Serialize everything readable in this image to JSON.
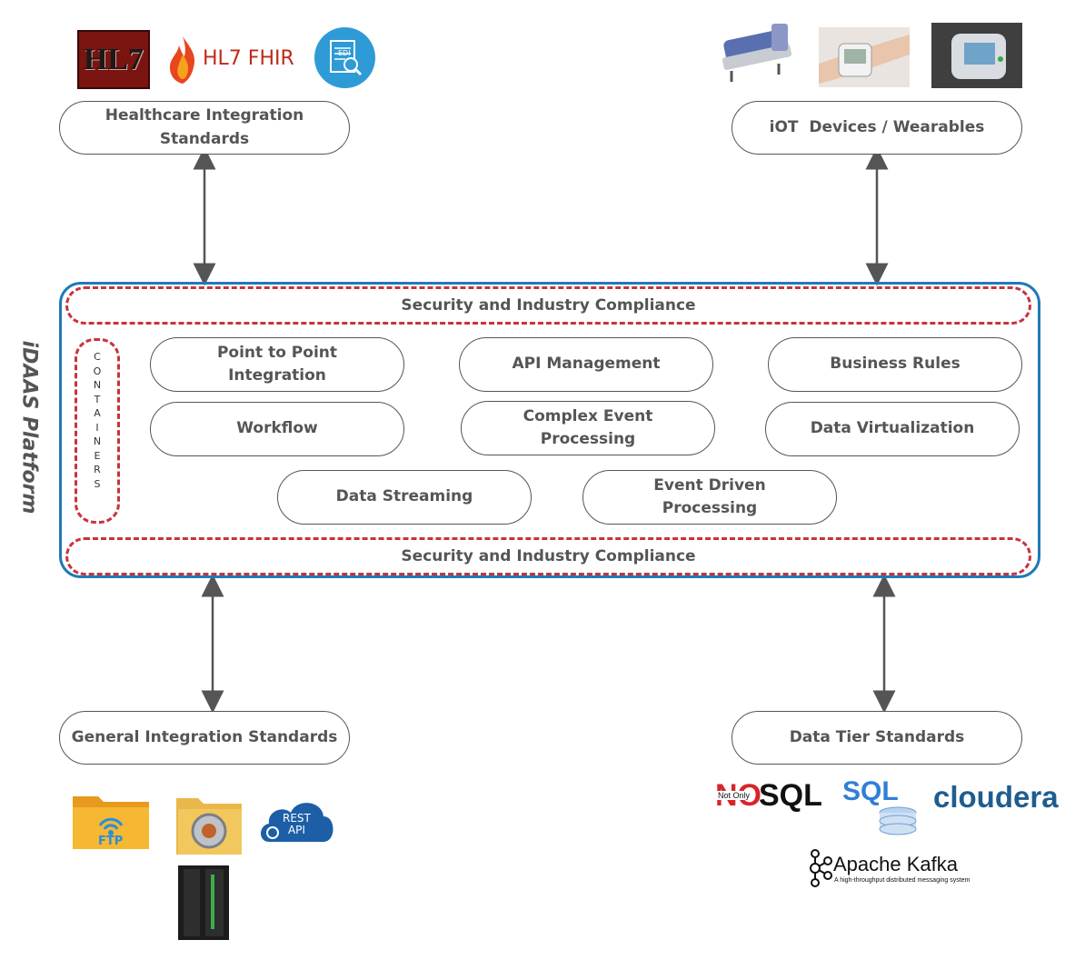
{
  "platform_label": "iDAAS Platform",
  "security_top": "Security and Industry Compliance",
  "security_bottom": "Security and Industry Compliance",
  "containers_letters": [
    "C",
    "O",
    "N",
    "T",
    "A",
    "I",
    "N",
    "E",
    "R",
    "S"
  ],
  "external": {
    "healthcare": "Healthcare Integration\nStandards",
    "iot": "iOT  Devices / Wearables",
    "general": "General Integration Standards",
    "data_tier": "Data Tier Standards"
  },
  "components": {
    "p2p": "Point to Point\nIntegration",
    "api": "API Management",
    "rules": "Business Rules",
    "workflow": "Workflow",
    "cep": "Complex Event\nProcessing",
    "virtualization": "Data Virtualization",
    "streaming": "Data Streaming",
    "edp": "Event Driven\nProcessing"
  },
  "logos": {
    "hl7": "HL7",
    "hl7_fhir": "HL7 FHIR",
    "edi": "EDI",
    "ftp": "FTP",
    "rest_api": "REST\nAPI",
    "nosql_no": "NO",
    "nosql_sql": "SQL",
    "nosql_notonly": "Not Only",
    "sql": "SQL",
    "cloudera": "cloudera",
    "kafka": "Apache Kafka",
    "kafka_tagline": "A high-throughput distributed messaging system"
  },
  "colors": {
    "platform_border": "#1f7ab5",
    "security_dash": "#c9323e",
    "text": "#555555"
  }
}
